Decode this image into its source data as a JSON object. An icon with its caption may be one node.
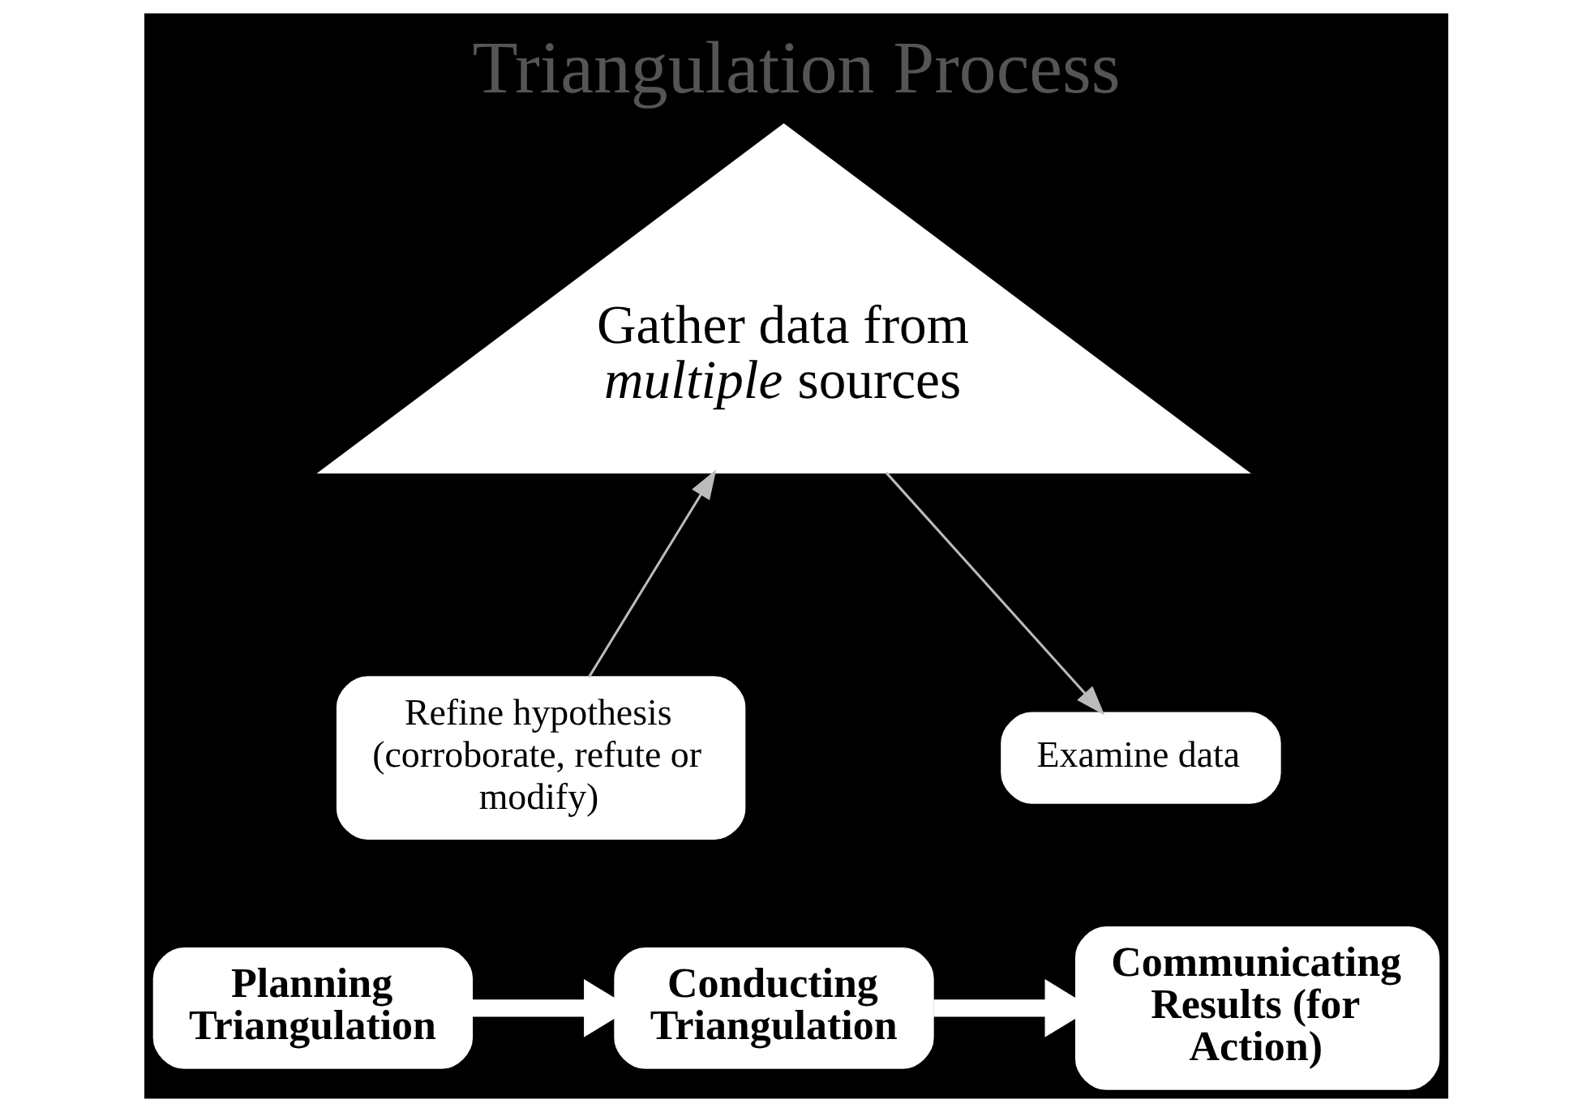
{
  "diagram": {
    "title": "Triangulation Process",
    "nodes": [
      {
        "text": [
          "Gather data from *multiple* sources"
        ]
      },
      {
        "text": [
          "Refine hypothesis (corroborate, refute or modify)"
        ]
      },
      {
        "text": [
          "Examine data"
        ]
      },
      {
        "text": [
          "Planning Triangulation"
        ]
      },
      {
        "text": [
          "Conducting Triangulation"
        ]
      },
      {
        "text": [
          "Communicating Results (for Action)"
        ]
      }
    ],
    "edges": [
      {
        "from": 1,
        "to": 0,
        "arrow": "to",
        "color": "#bbbbbb"
      },
      {
        "from": 0,
        "to": 2,
        "arrow": "to",
        "color": "#bbbbbb"
      },
      {
        "from": 3,
        "to": 4,
        "arrow": "to",
        "style": "thick"
      },
      {
        "from": 4,
        "to": 5,
        "arrow": "to",
        "style": "thick"
      }
    ]
  }
}
